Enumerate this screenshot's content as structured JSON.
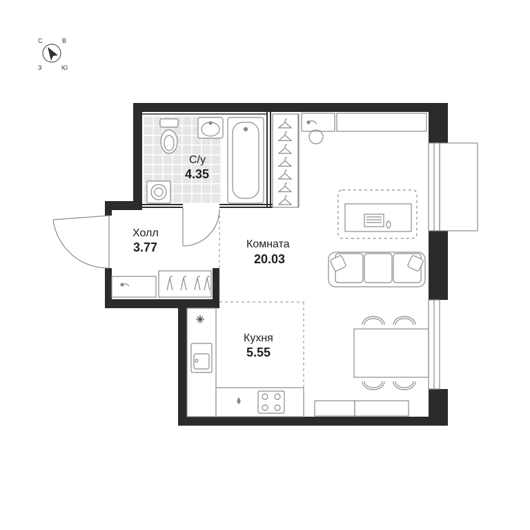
{
  "compass": {
    "north": "С",
    "east": "В",
    "west": "З",
    "south": "Ю"
  },
  "rooms": {
    "bathroom": {
      "name": "С/у",
      "area": "4.35"
    },
    "hall": {
      "name": "Холл",
      "area": "3.77"
    },
    "living_room": {
      "name": "Комната",
      "area": "20.03"
    },
    "kitchen": {
      "name": "Кухня",
      "area": "5.55"
    }
  },
  "colors": {
    "wall": "#2b2b2b",
    "line": "#9a9a9a",
    "tile": "#d8d8d8",
    "background": "#ffffff"
  }
}
